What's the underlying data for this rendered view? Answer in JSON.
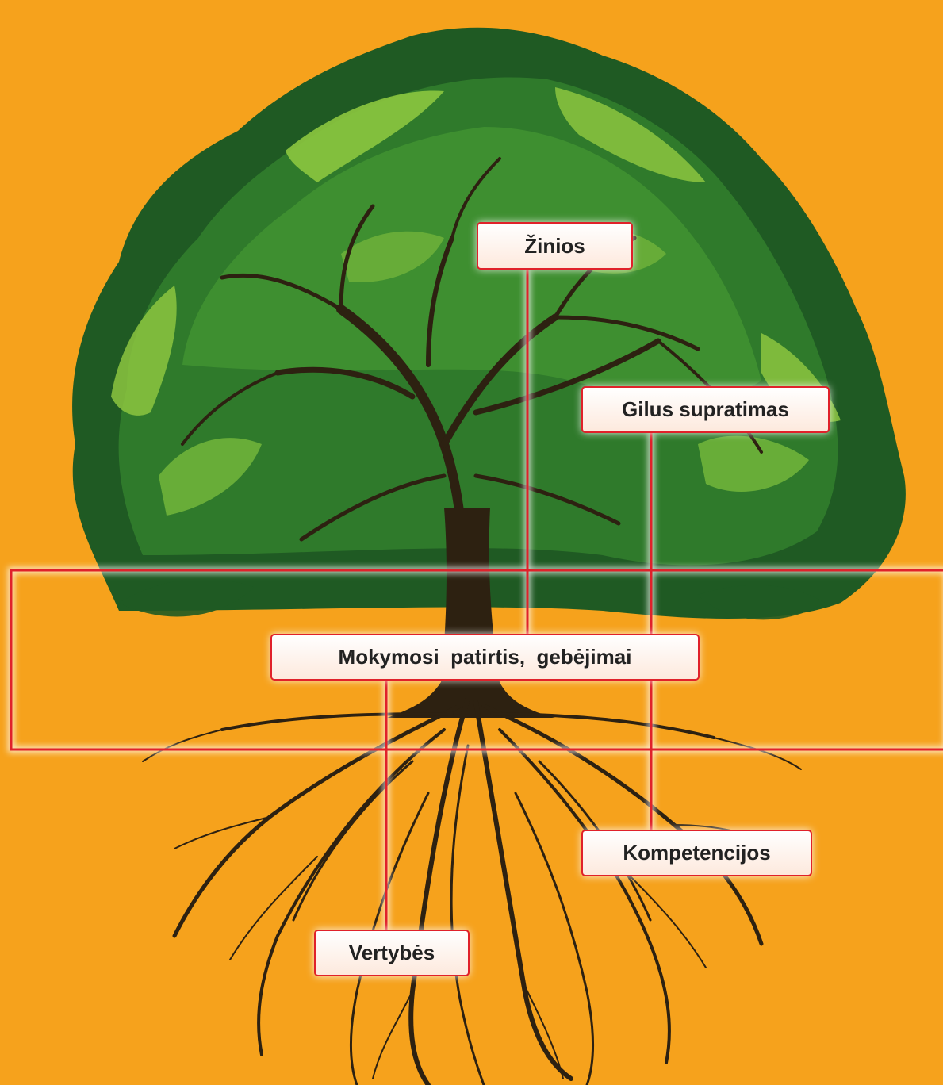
{
  "diagram": {
    "labels": {
      "knowledge": "Žinios",
      "understanding": "Gilus supratimas",
      "learning": "Mokymosi  patirtis,  gebėjimai",
      "competencies": "Kompetencijos",
      "values": "Vertybės"
    },
    "colors": {
      "background": "#f6a21c",
      "frame_line": "#e0212a",
      "trunk": "#2d2111",
      "foliage_dark": "#1f5a23",
      "foliage_mid": "#2f7a2b",
      "foliage_light": "#8cc63f"
    }
  }
}
